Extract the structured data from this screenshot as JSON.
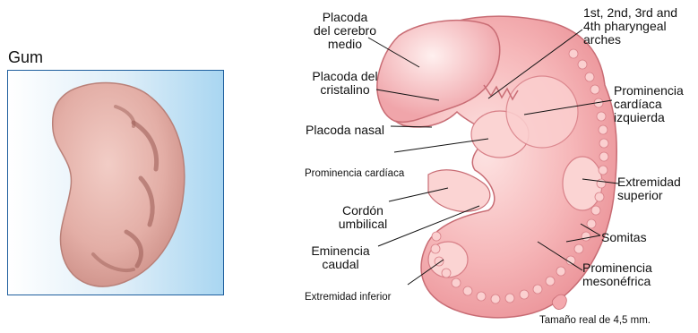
{
  "gum_panel": {
    "title": "Gum"
  },
  "diagram": {
    "labels": {
      "placoda_cerebro": [
        "Placoda",
        "del cerebro",
        "medio"
      ],
      "pharyngeal": [
        "1st, 2nd, 3rd and",
        "4th pharyngeal",
        "arches"
      ],
      "placoda_cristalino": [
        "Placoda del",
        "cristalino"
      ],
      "prominencia_cardiaca_izq": [
        "Prominencia",
        "cardíaca",
        "izquierda"
      ],
      "placoda_nasal": "Placoda nasal",
      "prominencia_cardiaca": "Prominencia cardíaca",
      "extremidad_superior": [
        "Extremidad",
        "superior"
      ],
      "cordon_umbilical": [
        "Cordón",
        "umbilical"
      ],
      "somitas": "Somitas",
      "eminencia_caudal": [
        "Eminencia",
        "caudal"
      ],
      "prominencia_mesonefrica": [
        "Prominencia",
        "mesonéfrica"
      ],
      "extremidad_inferior": "Extremidad inferior",
      "tamano_real": "Tamaño real de 4,5 mm."
    }
  },
  "colors": {
    "embryo_fill": "#f4a9ae",
    "embryo_light": "#fbd7d7",
    "embryo_dark": "#e0777f",
    "somite_fill": "#fbd0d0",
    "gum_bg": "#bfe0f3",
    "gum_fill": "#e7b8b0",
    "box_border": "#1f5f9e"
  }
}
